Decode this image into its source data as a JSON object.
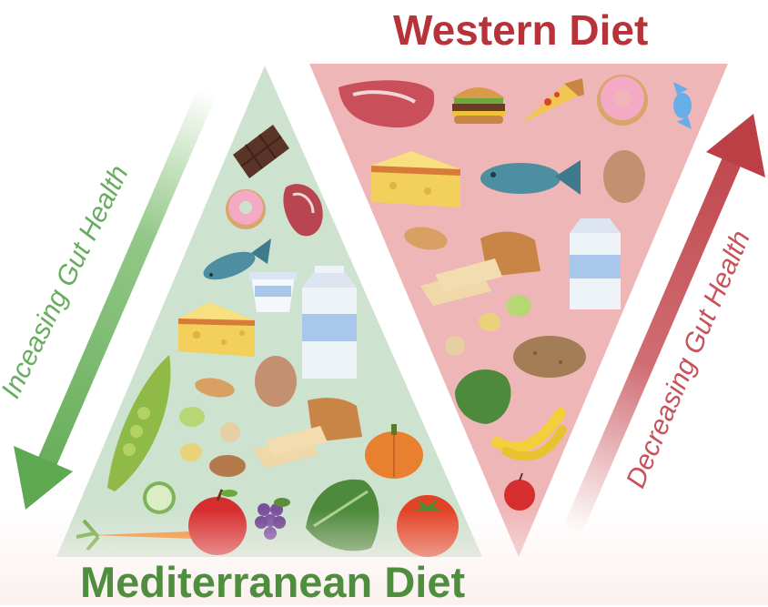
{
  "western": {
    "title": "Western Diet"
  },
  "mediterranean": {
    "title": "Mediterranean Diet"
  },
  "arrows": {
    "left_label": "Inceasing Gut Health",
    "right_label": "Decreasing Gut Health"
  },
  "colors": {
    "mediterranean_fill": "#cde2cf",
    "western_fill": "#efb6b8",
    "mediterranean_title": "#4f8e3e",
    "western_title": "#b8323a",
    "green_arrow": "#6db55f",
    "red_arrow": "#c44950"
  },
  "icons": [
    "chocolate-icon",
    "donut-icon",
    "steak-icon",
    "fish-icon",
    "yogurt-icon",
    "milk-carton-icon",
    "cheese-icon",
    "pea-pod-icon",
    "peanut-icon",
    "egg-icon",
    "lima-bean-icon",
    "chickpea-icon",
    "bread-icon",
    "pumpkin-icon",
    "bean-icon",
    "almond-icon",
    "cucumber-icon",
    "carrot-icon",
    "apple-icon",
    "grapes-icon",
    "lettuce-icon",
    "tomato-icon",
    "burger-icon",
    "pizza-icon",
    "candy-icon",
    "potato-icon",
    "banana-icon"
  ]
}
